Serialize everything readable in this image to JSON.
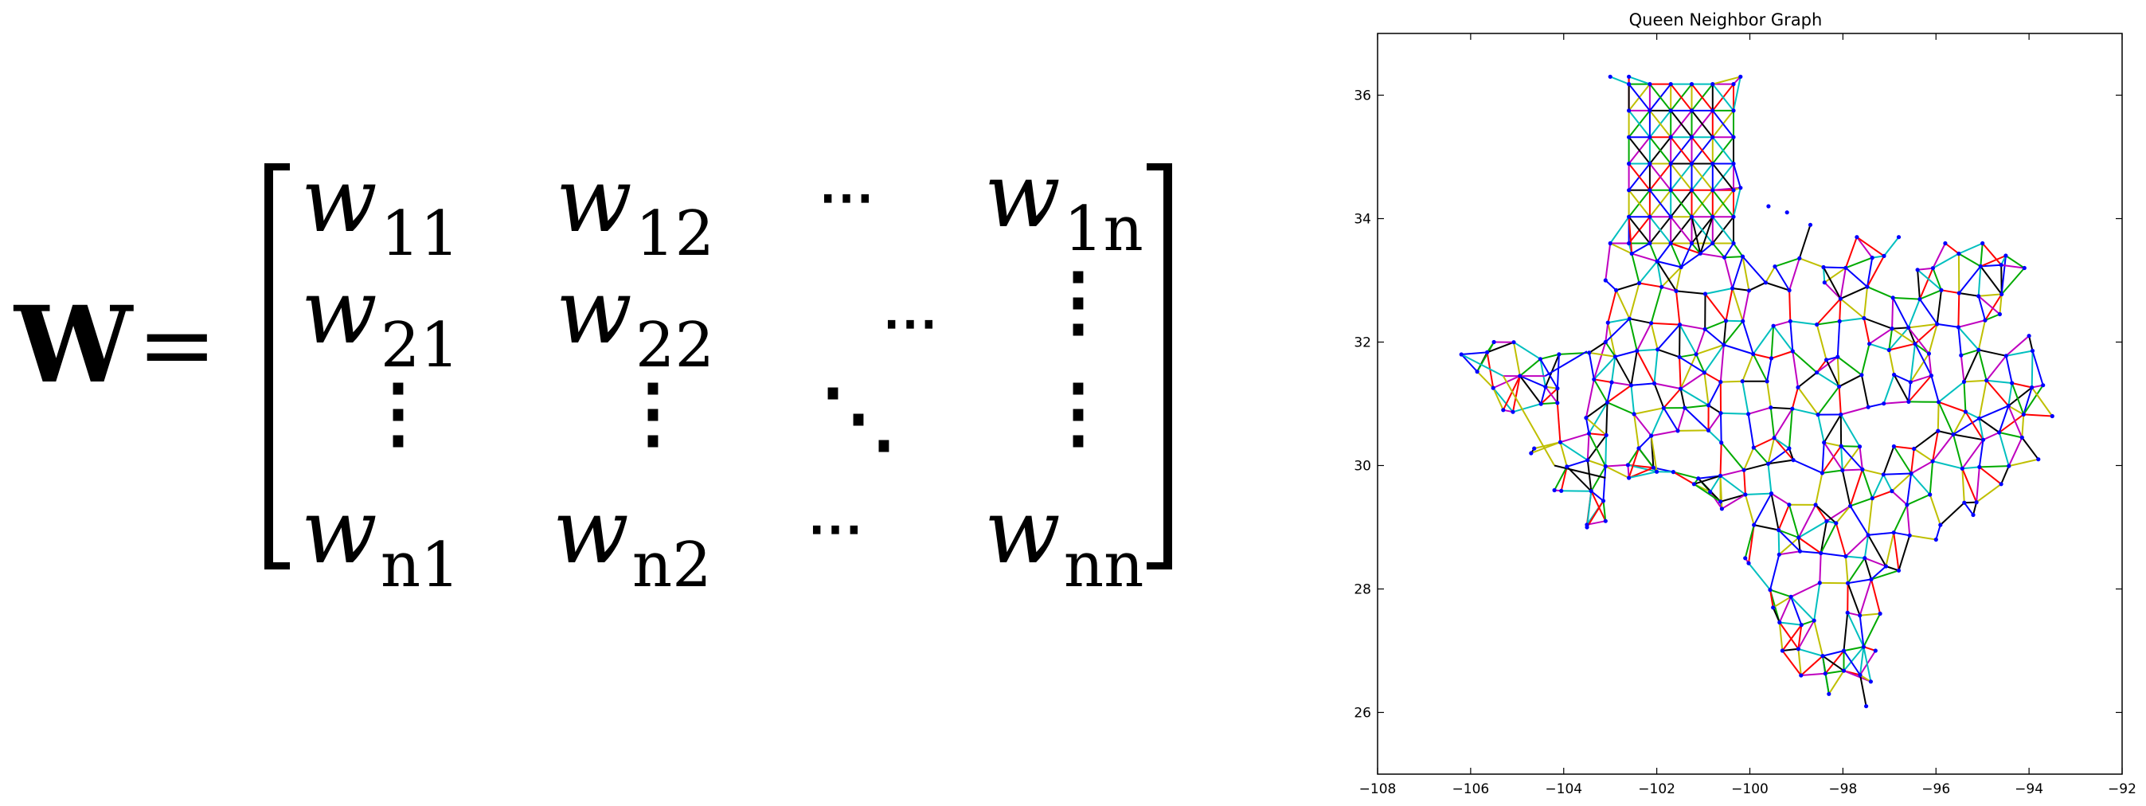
{
  "equation": {
    "lhs": "W",
    "equals": "=",
    "rows": [
      [
        {
          "base": "w",
          "sub": "11"
        },
        {
          "base": "w",
          "sub": "12"
        },
        {
          "glyph": "hdots"
        },
        {
          "base": "w",
          "sub": "1n"
        }
      ],
      [
        {
          "base": "w",
          "sub": "21"
        },
        {
          "base": "w",
          "sub": "22"
        },
        {
          "glyph": "hdots"
        },
        {
          "glyph": "vdots"
        }
      ],
      [
        {
          "glyph": "vdots"
        },
        {
          "glyph": "vdots"
        },
        {
          "glyph": "ddots"
        },
        {
          "glyph": "vdots"
        }
      ],
      [
        {
          "base": "w",
          "sub": "n1"
        },
        {
          "base": "w",
          "sub": "n2"
        },
        {
          "glyph": "hdots"
        },
        {
          "base": "w",
          "sub": "nn"
        }
      ]
    ]
  },
  "chart_data": {
    "type": "scatter",
    "title": "Queen Neighbor Graph",
    "xlabel": "",
    "ylabel": "",
    "xlim": [
      -108,
      -92
    ],
    "ylim": [
      25,
      37
    ],
    "xticks": [
      -108,
      -106,
      -104,
      -102,
      -100,
      -98,
      -96,
      -94,
      -92
    ],
    "yticks": [
      26,
      28,
      30,
      32,
      34,
      36
    ],
    "grid": false,
    "edge_colors": [
      "#0000ff",
      "#00aa00",
      "#ff0000",
      "#00bfbf",
      "#bf00bf",
      "#bfbf00",
      "#000000"
    ],
    "node_color": "#0000ff",
    "outline": [
      [
        -102.6,
        36.3
      ],
      [
        -100.2,
        36.3
      ],
      [
        -100.2,
        34.5
      ],
      [
        -99.6,
        34.2
      ],
      [
        -99.2,
        34.1
      ],
      [
        -98.7,
        33.9
      ],
      [
        -97.7,
        33.7
      ],
      [
        -96.8,
        33.7
      ],
      [
        -95.8,
        33.6
      ],
      [
        -95.0,
        33.6
      ],
      [
        -94.5,
        33.4
      ],
      [
        -94.1,
        33.2
      ],
      [
        -94.0,
        32.1
      ],
      [
        -93.7,
        31.3
      ],
      [
        -93.5,
        30.8
      ],
      [
        -93.8,
        30.1
      ],
      [
        -94.6,
        29.7
      ],
      [
        -95.2,
        29.2
      ],
      [
        -96.0,
        28.8
      ],
      [
        -96.8,
        28.3
      ],
      [
        -97.2,
        27.6
      ],
      [
        -97.3,
        27.0
      ],
      [
        -97.4,
        26.5
      ],
      [
        -97.5,
        26.1
      ],
      [
        -98.3,
        26.3
      ],
      [
        -98.9,
        26.6
      ],
      [
        -99.3,
        27.0
      ],
      [
        -99.5,
        27.7
      ],
      [
        -100.1,
        28.5
      ],
      [
        -100.6,
        29.3
      ],
      [
        -101.2,
        29.7
      ],
      [
        -102.0,
        29.9
      ],
      [
        -102.6,
        29.8
      ],
      [
        -103.1,
        29.1
      ],
      [
        -103.5,
        29.0
      ],
      [
        -104.2,
        29.6
      ],
      [
        -104.7,
        30.2
      ],
      [
        -105.3,
        30.9
      ],
      [
        -106.2,
        31.8
      ],
      [
        -105.5,
        32.0
      ],
      [
        -103.1,
        32.0
      ],
      [
        -103.1,
        33.0
      ],
      [
        -103.0,
        33.6
      ],
      [
        -103.0,
        36.3
      ]
    ]
  }
}
